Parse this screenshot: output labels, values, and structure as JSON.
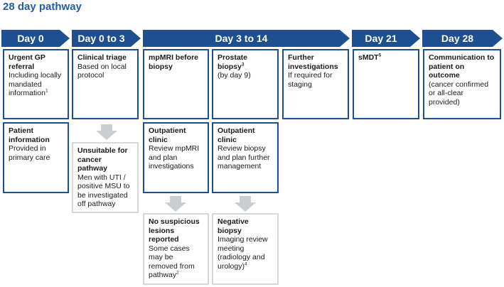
{
  "title": "28 day pathway",
  "stages": {
    "day0": "Day 0",
    "day0to3": "Day 0 to 3",
    "day3to14": "Day 3 to 14",
    "day21": "Day 21",
    "day28": "Day 28"
  },
  "boxes": {
    "gp_referral": {
      "heading": "Urgent GP referral",
      "text": "Including locally mandated information",
      "note": "1"
    },
    "patient_info": {
      "heading": "Patient information",
      "text": "Provided in primary care"
    },
    "clinical_triage": {
      "heading": "Clinical triage",
      "text": "Based on local protocol"
    },
    "unsuitable": {
      "heading": "Unsuitable for cancer pathway",
      "text": "Men with UTI / positive MSU to be investigated off pathway"
    },
    "mpmri": {
      "heading": "mpMRI before biopsy"
    },
    "outpatient_mri": {
      "heading": "Outpatient clinic",
      "text": "Review mpMRI and plan investigations"
    },
    "no_lesions": {
      "heading": "No suspicious lesions reported",
      "text": "Some cases may be removed from pathway",
      "note": "2"
    },
    "prostate_biopsy": {
      "heading": "Prostate biopsy",
      "note": "3",
      "text": "(by day 9)"
    },
    "outpatient_biopsy": {
      "heading": "Outpatient clinic",
      "text": "Review biopsy and plan further management"
    },
    "negative_biopsy": {
      "heading": "Negative biopsy",
      "text": "Imaging review meeting (radiology and urology)",
      "note": "4"
    },
    "further_inv": {
      "heading": "Further investigations",
      "text": "If required for staging"
    },
    "smdt": {
      "heading": "sMDT",
      "note": "5"
    },
    "communication": {
      "heading": "Communication to patient on outcome",
      "text": "(cancer confirmed or all-clear provided)"
    }
  },
  "colors": {
    "primary": "#1d4f91",
    "title": "#1f5ea8",
    "light_border": "#d3d8dc",
    "arrow": "#c9ced3"
  }
}
